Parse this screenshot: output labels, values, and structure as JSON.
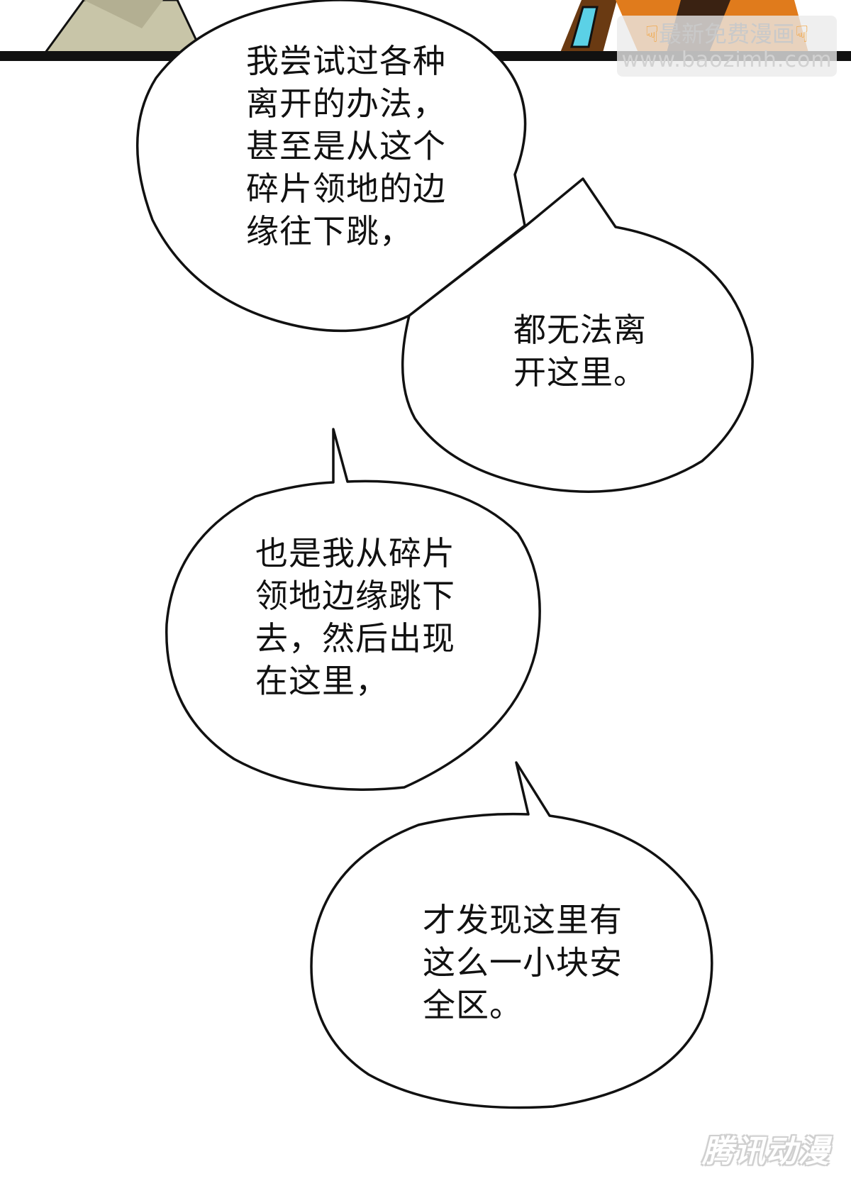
{
  "comic_panel": {
    "bubbles": [
      {
        "text": "我尝试过各种\n离开的办法，\n甚至是从这个\n碎片领地的边\n缘往下跳，"
      },
      {
        "text": "都无法离\n开这里。"
      },
      {
        "text": "也是我从碎片\n领地边缘跳下\n去，然后出现\n在这里，"
      },
      {
        "text": "才发现这里有\n这么一小块安\n全区。"
      }
    ]
  },
  "watermarks": {
    "top_title": "最新免费漫画",
    "top_url": "www.baozimh.com",
    "bottom_logo": "腾讯动漫"
  },
  "colors": {
    "background": "#ffffff",
    "outline": "#111111",
    "beige_art": "#c8c5a8",
    "orange_art": "#e07b1c",
    "cyan_art": "#5bd1e6",
    "watermark_hand": "#f2a23a"
  },
  "icons": {
    "watermark_hand": "pointing-hand-icon"
  }
}
